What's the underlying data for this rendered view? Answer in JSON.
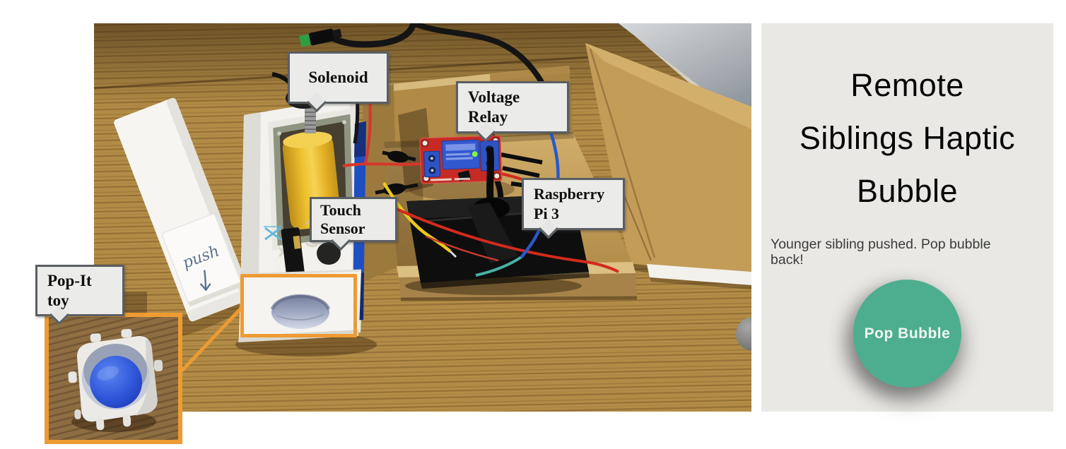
{
  "photo": {
    "alt": "Prototype hardware (solenoid pop-it actuator, relay and Raspberry Pi 3) inside a cardboard box on a wooden desk",
    "labels": [
      {
        "id": "solenoid",
        "text": "Solenoid"
      },
      {
        "id": "voltage_relay",
        "text": "Voltage Relay"
      },
      {
        "id": "touch_sensor",
        "text": "Touch Sensor"
      },
      {
        "id": "raspberry_pi",
        "text": "Raspberry Pi 3"
      },
      {
        "id": "pop_it_toy",
        "text": "Pop-It toy"
      }
    ],
    "handwriting": {
      "lid_text": "push"
    },
    "accent_color": "#ED9B33"
  },
  "panel": {
    "background": "#e9e8e4",
    "title": "Remote Siblings Haptic Bubble",
    "title_lines": [
      "Remote",
      "Siblings Haptic",
      "Bubble"
    ],
    "status_text": "Younger sibling pushed. Pop bubble back!",
    "button": {
      "label": "Pop Bubble",
      "color": "#4DAE8F"
    }
  }
}
